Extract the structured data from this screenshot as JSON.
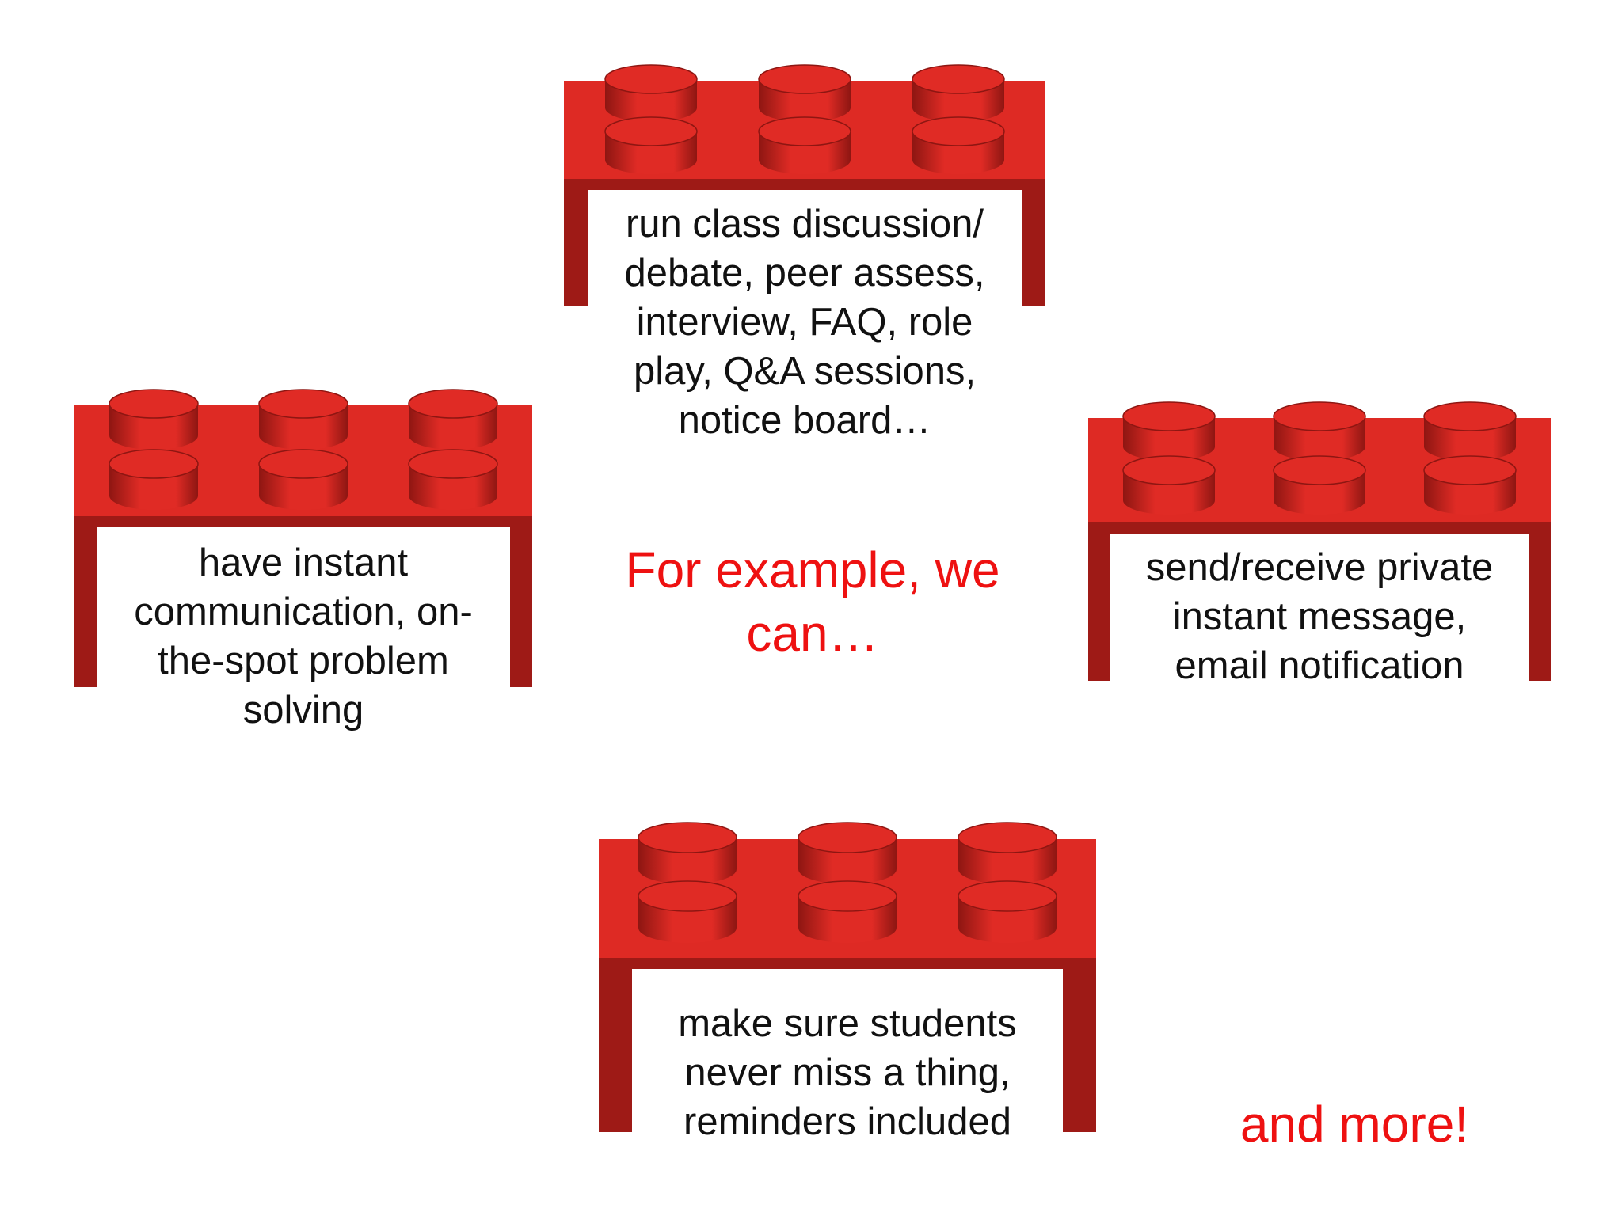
{
  "colors": {
    "brick_face": "#de2a24",
    "brick_dark": "#9e1a16",
    "stud_light": "#e02b25",
    "stud_shadow": "#8e1612",
    "accent_text": "#ee1111"
  },
  "center_text": "For example, we\ncan…",
  "footer_text": "and more!",
  "bricks": {
    "top": {
      "text": "run class discussion/\ndebate, peer assess,\ninterview, FAQ, role\nplay, Q&A sessions,\nnotice board…"
    },
    "left": {
      "text": "have instant\ncommunication, on-\nthe-spot problem\nsolving"
    },
    "right": {
      "text": "send/receive private\ninstant message,\nemail notification"
    },
    "bottom": {
      "text": "make sure students\nnever miss a thing,\nreminders included"
    }
  }
}
